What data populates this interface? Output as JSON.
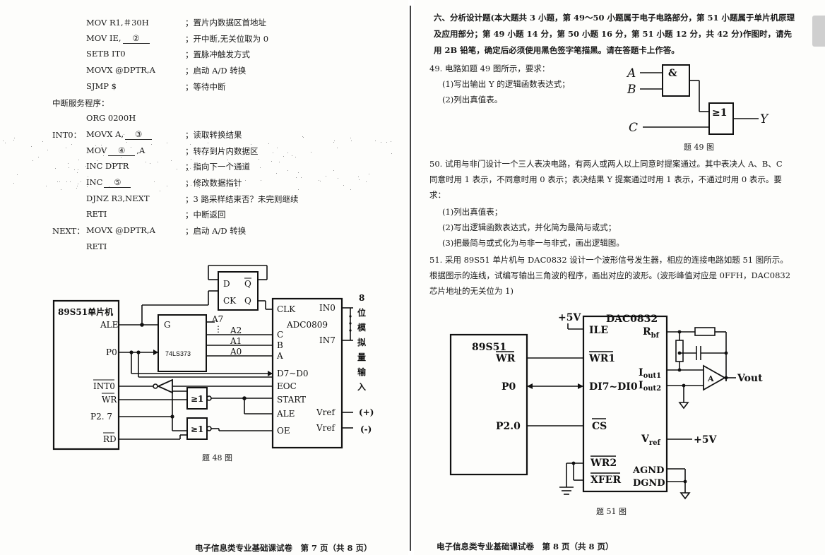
{
  "left_page": {
    "code_lines": [
      {
        "label": "",
        "instr": "MOV R1,＃30H",
        "comment": "；置片内数据区首地址"
      },
      {
        "label": "",
        "instr_pre": "MOV IE,",
        "blank": "②",
        "instr_post": "",
        "comment": "；开中断,无关位取为 0"
      },
      {
        "label": "",
        "instr": "SETB IT0",
        "comment": "；置脉冲触发方式"
      },
      {
        "label": "",
        "instr": "MOVX @DPTR,A",
        "comment": "；启动 A/D 转换"
      },
      {
        "label": "",
        "instr": "SJMP  $",
        "comment": "；等待中断"
      },
      {
        "label": "中断服务程序：",
        "instr": "",
        "comment": ""
      },
      {
        "label": "",
        "instr": "ORG 0200H",
        "comment": ""
      },
      {
        "label": "INT0：",
        "instr_pre": "MOVX A,",
        "blank": "③",
        "instr_post": "",
        "comment": "；读取转换结果"
      },
      {
        "label": "",
        "instr_pre": "MOV",
        "blank": "④",
        "instr_post": ",A",
        "comment": "；转存到片内数据区"
      },
      {
        "label": "",
        "instr": "INC DPTR",
        "comment": "；指向下一个通道"
      },
      {
        "label": "",
        "instr_pre": "INC",
        "blank": "⑤",
        "instr_post": "",
        "comment": "；修改数据指针"
      },
      {
        "label": "",
        "instr": "DJNZ R3,NEXT",
        "comment": "；3 路采样结束否？未完则继续"
      },
      {
        "label": "",
        "instr": "RETI",
        "comment": "；中断返回"
      },
      {
        "label": "NEXT：",
        "instr": "MOVX  @DPTR,A",
        "comment": "；启动 A/D 转换"
      },
      {
        "label": "",
        "instr": "RETI",
        "comment": ""
      }
    ],
    "fig48": {
      "mcu_title": "89S51单片机",
      "pins": {
        "ale": "ALE",
        "p0": "P0",
        "int0": "INT0",
        "wr": "WR",
        "p27": "P2. 7",
        "rd": "RD"
      },
      "latch_g": "G",
      "latch_name": "74LS373",
      "latch_outs": {
        "a7": "A7",
        "dots": "⋮",
        "a2": "A2",
        "a1": "A1",
        "a0": "A0"
      },
      "ff": {
        "d": "D",
        "qbar": "Q",
        "ck": "CK",
        "q": "Q"
      },
      "gate_label": "≥1",
      "adc_title": "ADC0809",
      "adc_left": {
        "clk": "CLK",
        "c": "C",
        "b": "B",
        "a": "A",
        "d": "D7~D0",
        "eoc": "EOC",
        "start": "START",
        "ale": "ALE",
        "oe": "OE"
      },
      "adc_right": {
        "in0": "IN0",
        "in7": "IN7",
        "vref1": "Vref",
        "vref2": "Vref"
      },
      "vref_plus": "(+)",
      "vref_minus": "(-)",
      "analog_label": [
        "8",
        "位",
        "模",
        "拟",
        "量",
        "输",
        "入"
      ]
    },
    "fig48_caption": "题 48 图",
    "footer": "电子信息类专业基础课试卷　第 7 页（共 8 页）"
  },
  "right_page": {
    "section_heading": "六、分析设计题(本大题共 3 小题，第 49～50 小题属于电子电路部分，第 51 小题属于单片机原理及应用部分；第 49 小题 14 分，第 50 小题 16 分，第 51 小题 12 分，共 42 分)作图时，请先用 2B 铅笔，确定后必须使用黑色签字笔描黑。请在答题卡上作答。",
    "q49": {
      "stem": "49. 电路如题 49 图所示，要求：",
      "items": [
        "(1)写出输出 Y 的逻辑函数表达式；",
        "(2)列出真值表。"
      ]
    },
    "fig49": {
      "in_a": "A",
      "in_b": "B",
      "in_c": "C",
      "out_y": "Y",
      "and_sym": "&",
      "or_sym": "≥1"
    },
    "fig49_caption": "题 49 图",
    "q50": {
      "stem": "50. 试用与非门设计一个三人表决电路，有两人或两人以上同意时提案通过。其中表决人 A、B、C 同意时用 1 表示，不同意时用 0 表示；表决结果 Y 提案通过时用 1 表示，不通过时用 0 表示。要求：",
      "items": [
        "(1)列出真值表；",
        "(2)写出逻辑函数表达式，并化简为最简与或式；",
        "(3)把最简与或式化为与非一与非式，画出逻辑图。"
      ]
    },
    "q51": {
      "stem": "51. 采用 89S51 单片机与 DAC0832 设计一个波形信号发生器，相应的连接电路如题 51 图所示。根据图示的连线，试编写输出三角波的程序，画出对应的波形。(波形峰值对应是 0FFH，DAC0832 芯片地址的无关位为 1)"
    },
    "fig51": {
      "mcu": "89S51",
      "mcu_pins": {
        "wr": "WR",
        "p0": "P0",
        "p20": "P2.0"
      },
      "plus5_top": "+5V",
      "dac_title": "DAC0832",
      "dac_pins": {
        "ile": "ILE",
        "wr1": "WR1",
        "di": "DI7~DI0",
        "cs": "CS",
        "wr2": "WR2",
        "xfer": "XFER"
      },
      "dac_right": {
        "rbf": "R",
        "rbf_sub": "bf",
        "iout1": "I",
        "iout1_sub": "out1",
        "iout2": "I",
        "iout2_sub": "out2",
        "vref": "V",
        "vref_sub": "ref",
        "agnd": "AGND",
        "dgnd": "DGND"
      },
      "plus5_vref": "+5V",
      "vout": "Vout",
      "amp_sym": "A"
    },
    "fig51_caption": "题 51 图",
    "footer": "电子信息类专业基础课试卷　第 8 页（共 8 页）"
  }
}
